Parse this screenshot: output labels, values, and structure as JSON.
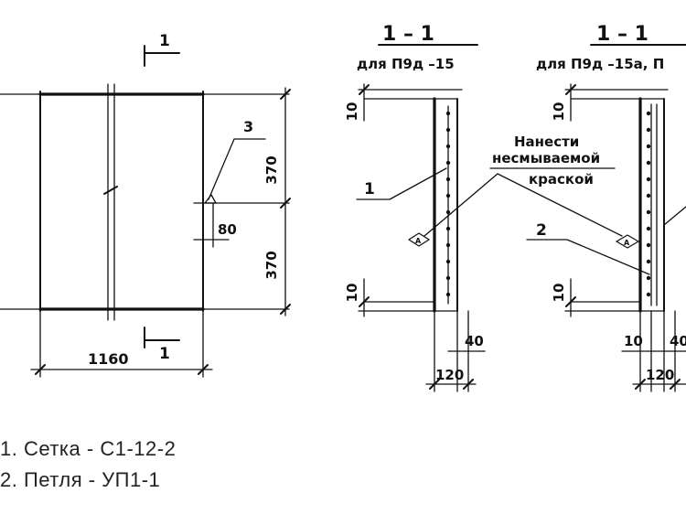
{
  "plan": {
    "section_mark": "1",
    "dimensions": {
      "top": "370",
      "bottom": "370",
      "offset": "80",
      "width": "1160"
    },
    "leader_3": "3"
  },
  "section_a": {
    "title": "1 – 1",
    "subtitle": "для П9д –15",
    "dim_top": "10",
    "dim_bottom": "10",
    "dim_right": "40",
    "dim_total": "120",
    "leader_1": "1",
    "marker": "A"
  },
  "section_b": {
    "title": "1 – 1",
    "subtitle": "для П9д –15а, П",
    "dim_top": "10",
    "dim_bottom": "10",
    "dim_inner": "10",
    "dim_right": "40",
    "dim_total": "120",
    "leader_2": "2",
    "marker": "A"
  },
  "note": {
    "line1": "Нанести",
    "line2": "несмываемой",
    "line3": "краской"
  },
  "legend": {
    "item1": "1. Сетка - С1-12-2",
    "item2": "2. Петля - УП1-1"
  }
}
